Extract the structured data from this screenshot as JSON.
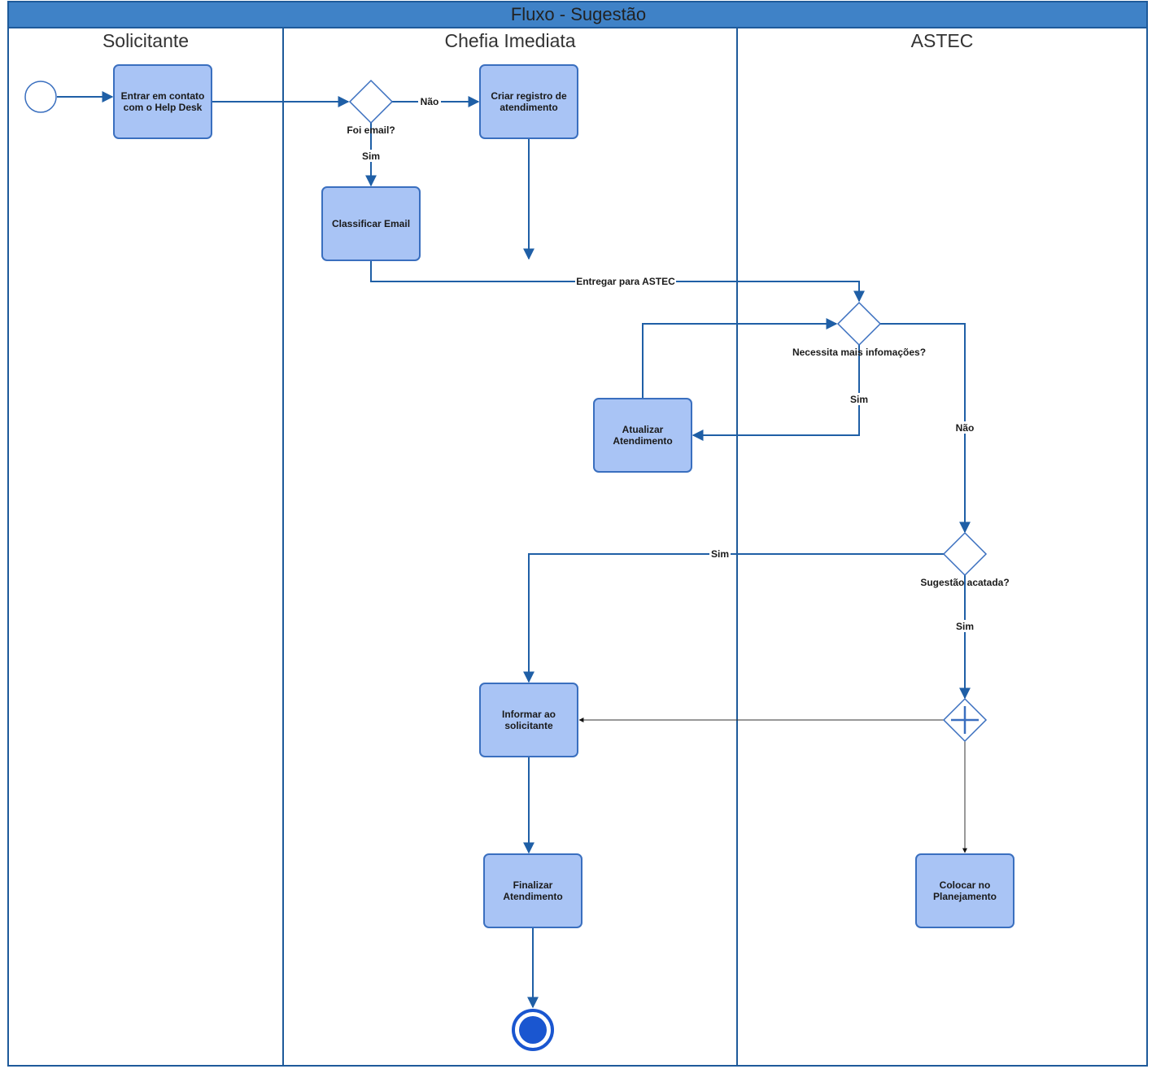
{
  "colors": {
    "pool_header": "#3f82c7",
    "lane_border": "#1e5a9a",
    "task_fill": "#a9c4f5",
    "task_stroke": "#3a6fbf",
    "edge": "#1f5fa6",
    "end_event": "#1a56d0"
  },
  "pool": {
    "title": "Fluxo - Sugestão"
  },
  "lanes": {
    "solicitante": "Solicitante",
    "chefia": "Chefia Imediata",
    "astec": "ASTEC"
  },
  "tasks": {
    "contato": [
      "Entrar em contato",
      "com o Help Desk"
    ],
    "criar_registro": [
      "Criar registro de",
      "atendimento"
    ],
    "classificar": [
      "Classificar Email"
    ],
    "atualizar": [
      "Atualizar",
      "Atendimento"
    ],
    "informar": [
      "Informar ao",
      "solicitante"
    ],
    "finalizar": [
      "Finalizar",
      "Atendimento"
    ],
    "planejamento": [
      "Colocar no",
      "Planejamento"
    ]
  },
  "gateways": {
    "foi_email": "Foi email?",
    "necessita_info": "Necessita mais infomações?",
    "sugestao_acatada": "Sugestão acatada?"
  },
  "edge_labels": {
    "nao_email": "Não",
    "sim_email": "Sim",
    "entregar_astec": "Entregar para ASTEC",
    "sim_info": "Sim",
    "nao_info": "Não",
    "sim_acatada_left": "Sim",
    "sim_acatada_down": "Sim"
  },
  "icons": {
    "start": "start-event-circle",
    "end": "end-event-circle",
    "parallel": "parallel-gateway-plus"
  }
}
